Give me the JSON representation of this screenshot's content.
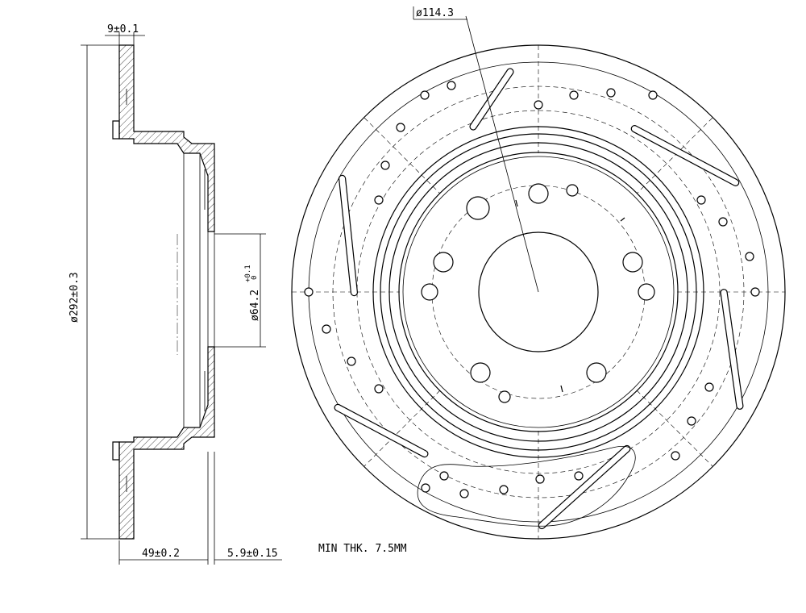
{
  "labels": {
    "flange_thickness": "9±0.1",
    "outer_diameter": "ø292±0.3",
    "center_bore": "ø64.2",
    "center_bore_tol_upper": "+0.1",
    "center_bore_tol_lower": "0",
    "total_height": "49±0.2",
    "hat_depth": "5.9±0.15",
    "bolt_circle": "ø114.3",
    "min_thickness": "MIN THK. 7.5MM"
  }
}
